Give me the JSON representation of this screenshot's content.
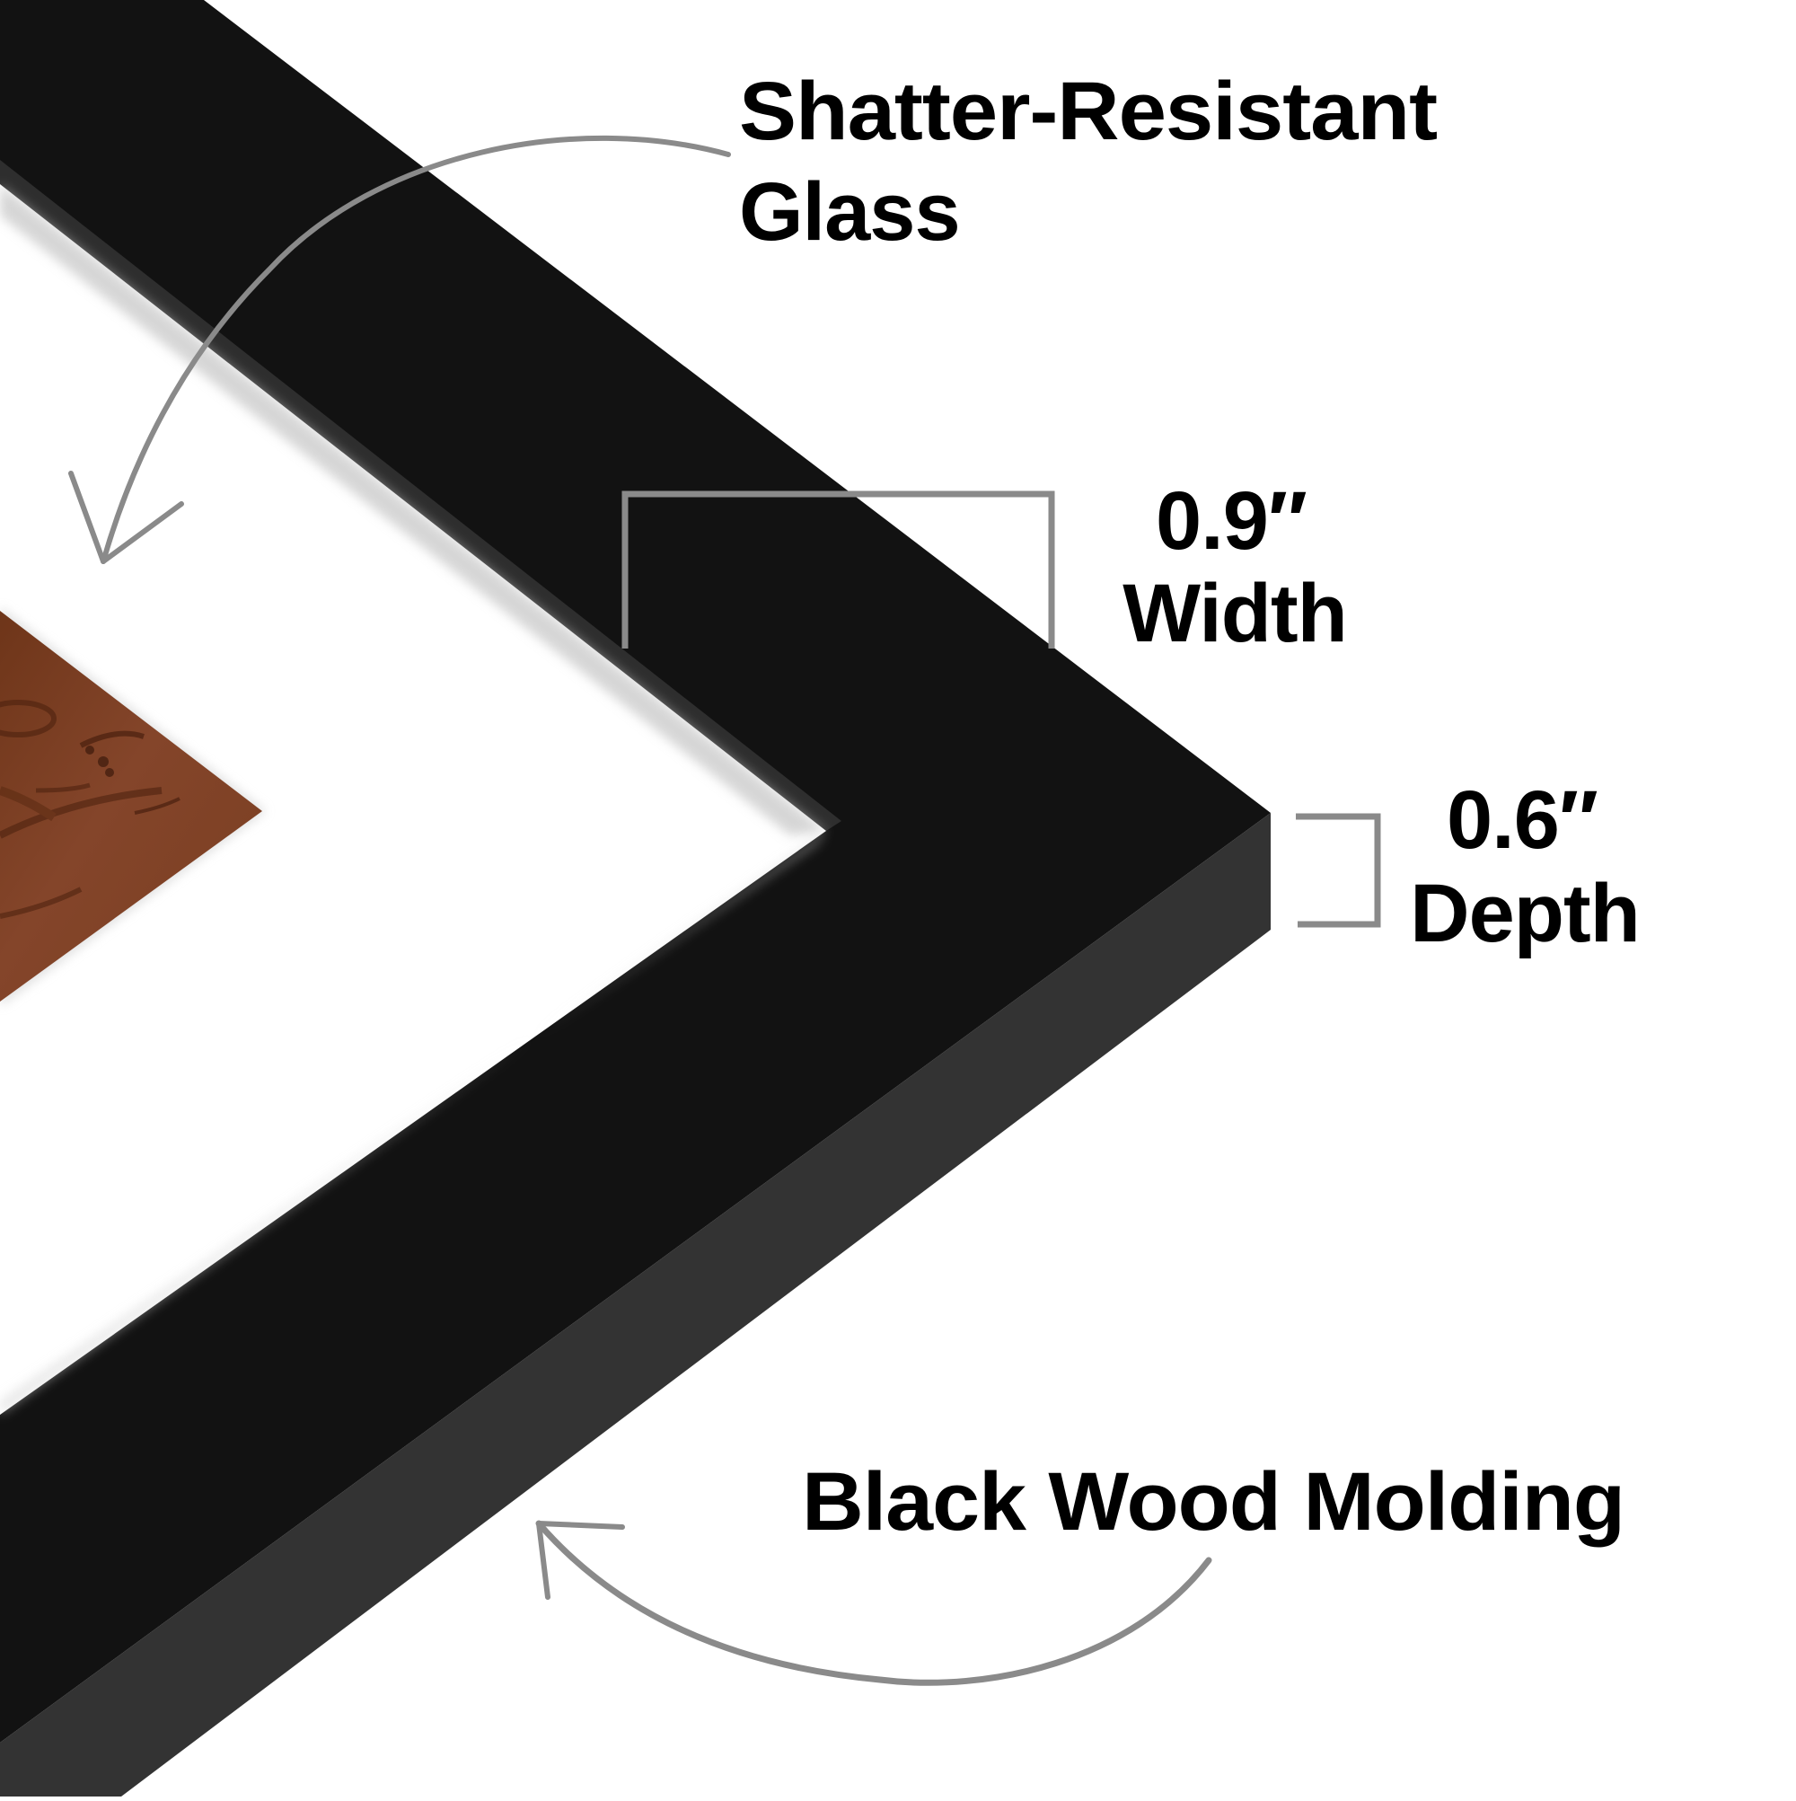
{
  "colors": {
    "background": "#ffffff",
    "frame_front": "#121212",
    "frame_side": "#333333",
    "inner_lip": "#2e2e2e",
    "mat": "#ffffff",
    "artwork_wood": "#7a3f22",
    "annotation_stroke": "#8a8a8a",
    "text": "#000000"
  },
  "callouts": {
    "glass": {
      "line1": "Shatter-Resistant",
      "line2": "Glass",
      "arrow_icon": "curved-arrow-down-left"
    },
    "width": {
      "value": "0.9″",
      "label": "Width",
      "bracket_icon": "dimension-bracket-horizontal"
    },
    "depth": {
      "value": "0.6″",
      "label": "Depth",
      "bracket_icon": "dimension-bracket-vertical"
    },
    "molding": {
      "label": "Black Wood Molding",
      "arrow_icon": "curved-arrow-up-left"
    }
  },
  "product": {
    "frame_material": "Black Wood Molding",
    "glazing": "Shatter-Resistant Glass",
    "frame_width": "0.9″",
    "frame_depth": "0.6″"
  }
}
